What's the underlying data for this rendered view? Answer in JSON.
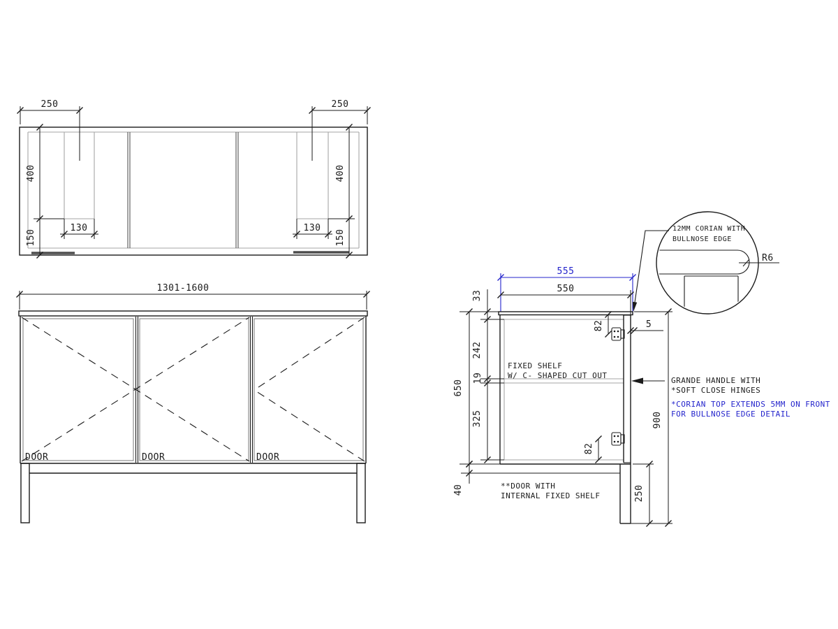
{
  "colors": {
    "line": "#1b1b1b",
    "grey": "#a6a6a6",
    "blue": "#2424cc"
  },
  "top_view": {
    "dim_250_left": "250",
    "dim_250_right": "250",
    "dim_400_left": "400",
    "dim_400_right": "400",
    "dim_150_left": "150",
    "dim_150_right": "150",
    "dim_130_left": "130",
    "dim_130_right": "130"
  },
  "front_view": {
    "dim_width": "1301-1600",
    "doors": [
      "DOOR",
      "DOOR",
      "DOOR"
    ]
  },
  "section": {
    "dim_555": "555",
    "dim_550": "550",
    "dim_33": "33",
    "dim_242": "242",
    "dim_19": "19",
    "dim_325": "325",
    "dim_650": "650",
    "dim_40": "40",
    "dim_82_top": "82",
    "dim_82_bottom": "82",
    "dim_5": "5",
    "dim_900": "900",
    "dim_250": "250",
    "fixed_shelf_line1": "FIXED SHELF",
    "fixed_shelf_line2": "W/ C- SHAPED CUT OUT",
    "handle_line1": "GRANDE HANDLE WITH",
    "handle_line2": "*SOFT CLOSE HINGES",
    "corian_note_line1": "*CORIAN TOP EXTENDS 5MM ON FRONT",
    "corian_note_line2": "FOR BULLNOSE EDGE DETAIL",
    "door_note_line1": "**DOOR WITH",
    "door_note_line2": "INTERNAL FIXED SHELF"
  },
  "detail": {
    "note_line1": "12MM CORIAN WITH",
    "note_line2": "BULLNOSE EDGE",
    "radius": "R6"
  }
}
